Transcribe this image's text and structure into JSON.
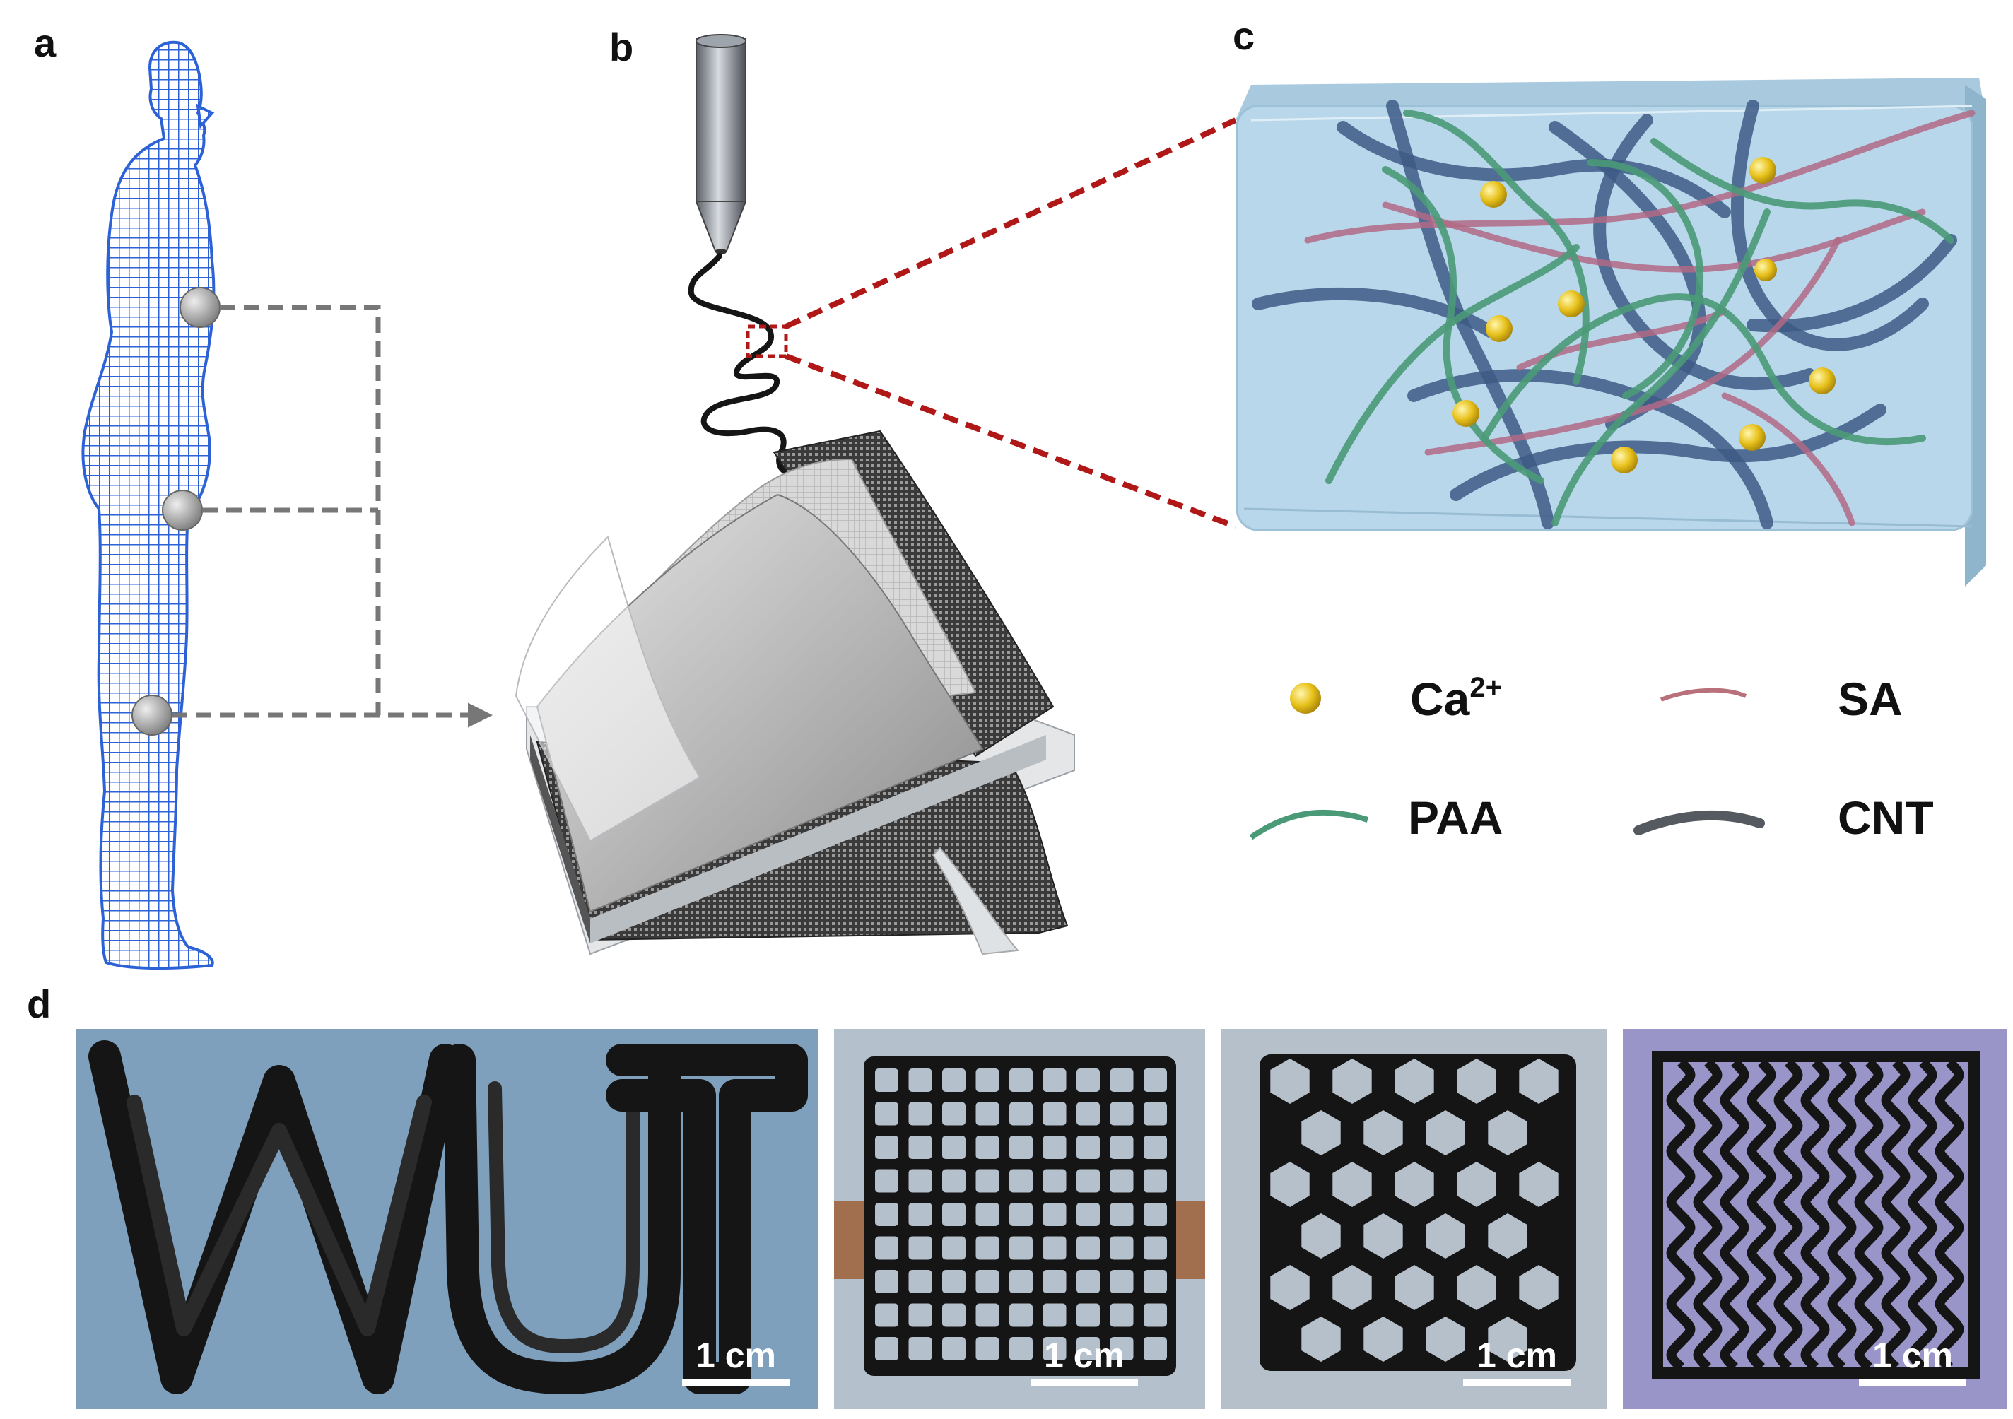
{
  "panels": {
    "a": {
      "letter": "a"
    },
    "b": {
      "letter": "b"
    },
    "c": {
      "letter": "c"
    },
    "d": {
      "letter": "d"
    }
  },
  "legend": {
    "calcium": {
      "label": "Ca",
      "superscript": "2+",
      "color": "#e8c21c"
    },
    "sa": {
      "label": "SA",
      "color": "#b8707a"
    },
    "paa": {
      "label": "PAA",
      "color": "#4a9a78"
    },
    "cnt": {
      "label": "CNT",
      "color": "#555a60"
    }
  },
  "colors": {
    "body_mesh": "#2d62d6",
    "connector": "#777777",
    "zoom_line": "#b01818",
    "hydrogel_block": "#b9d7ea",
    "ink": "#151515",
    "copper_tape": "#a06640"
  },
  "photos": [
    {
      "scale_label": "1 cm",
      "pattern": "WUT letters",
      "background": "#7fa0bd"
    },
    {
      "scale_label": "1 cm",
      "pattern": "square grid",
      "background": "#b4c0cc"
    },
    {
      "scale_label": "1 cm",
      "pattern": "honeycomb",
      "background": "#b6c0ca"
    },
    {
      "scale_label": "1 cm",
      "pattern": "serpentine",
      "background": "#9a95c8"
    }
  ]
}
